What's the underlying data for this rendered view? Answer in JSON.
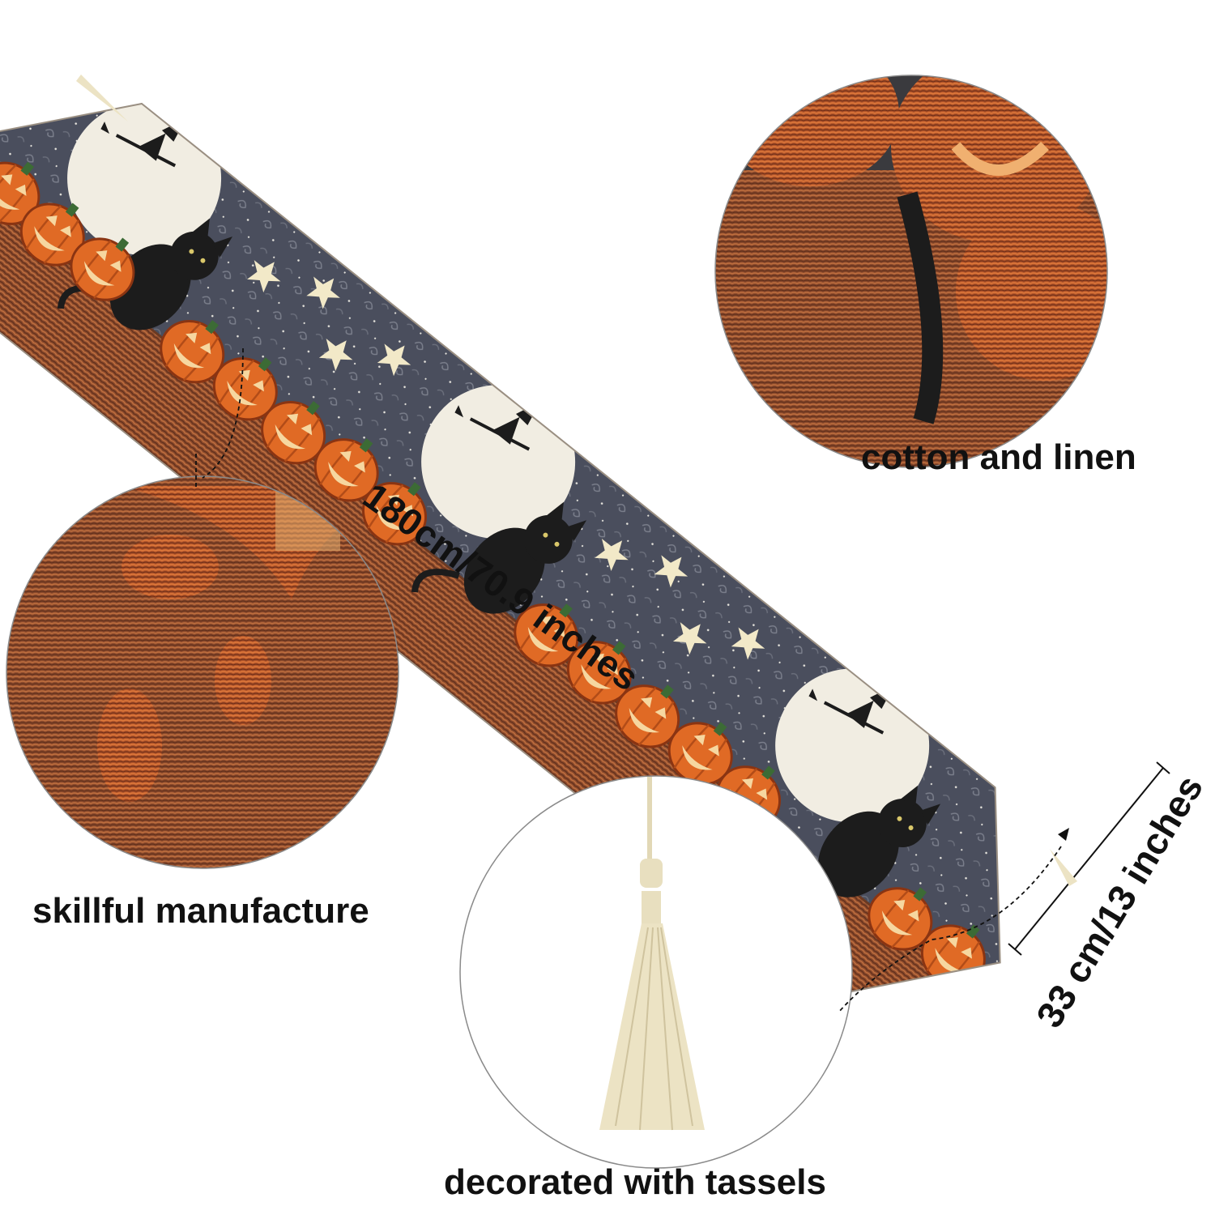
{
  "product": {
    "length_label": "180cm/70.9 inches",
    "width_label": "33 cm/13 inches"
  },
  "callouts": {
    "material": "cotton and linen",
    "craft": "skillful manufacture",
    "decoration": "decorated with tassels"
  },
  "colors": {
    "pumpkin": "#e06a25",
    "pumpkin_face": "#f6d7a0",
    "sky": "#4d5160",
    "moon": "#f1ede2",
    "ground": "#a0583a",
    "cat": "#1c1c1c",
    "tassel": "#ece3c4",
    "text": "#111111"
  },
  "icons": [
    "pumpkin-icon",
    "cat-icon",
    "moon-icon",
    "witch-icon",
    "star-icon",
    "tassel-icon"
  ]
}
